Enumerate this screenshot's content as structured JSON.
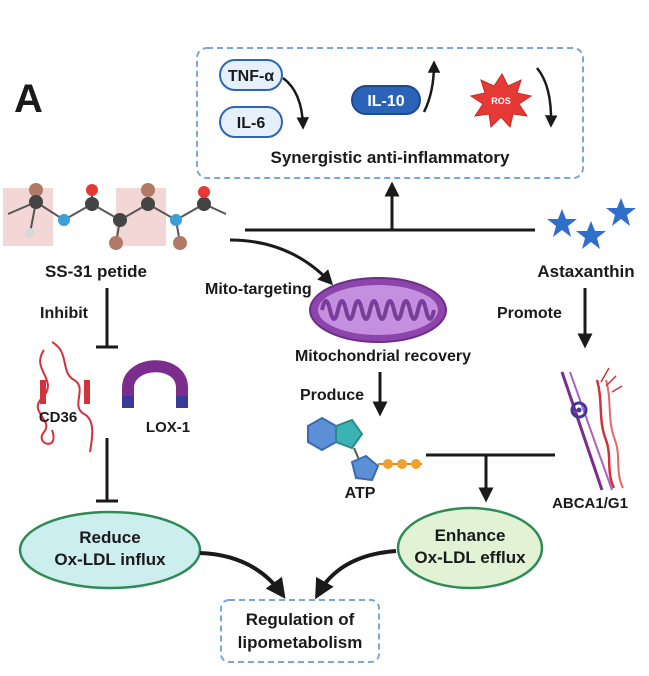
{
  "panel_label": "A",
  "top_box": {
    "tnf": "TNF-α",
    "il6": "IL-6",
    "il10": "IL-10",
    "ros": "ROS",
    "caption": "Synergistic anti-inflammatory"
  },
  "peptide": {
    "label": "SS-31 petide"
  },
  "astaxanthin": {
    "label": "Astaxanthin"
  },
  "edges": {
    "inhibit": "Inhibit",
    "mito_targeting": "Mito-targeting",
    "promote": "Promote",
    "produce": "Produce"
  },
  "nodes": {
    "mito": "Mitochondrial  recovery",
    "cd36": "CD36",
    "lox1": "LOX-1",
    "atp": "ATP",
    "abca1": "ABCA1/G1",
    "reduce_line1": "Reduce",
    "reduce_line2": "Ox-LDL influx",
    "enhance_line1": "Enhance",
    "enhance_line2": "Ox-LDL efflux",
    "reg_line1": "Regulation of",
    "reg_line2": "lipometabolism"
  },
  "colors": {
    "box_border": "#7aa7d8",
    "pill_fill": "#e6f0fb",
    "pill_border": "#2f66b3",
    "il10_fill": "#2a63b8",
    "ros_fill": "#e53935",
    "star_fill": "#2f6fc9",
    "mito_fill": "#8e44ad",
    "reduce_fill": "#cdeeee",
    "enhance_fill": "#e2f2d5",
    "atp_blue": "#5b8fd6",
    "atp_teal": "#3bb3b3",
    "phosphate": "#f0a030"
  }
}
